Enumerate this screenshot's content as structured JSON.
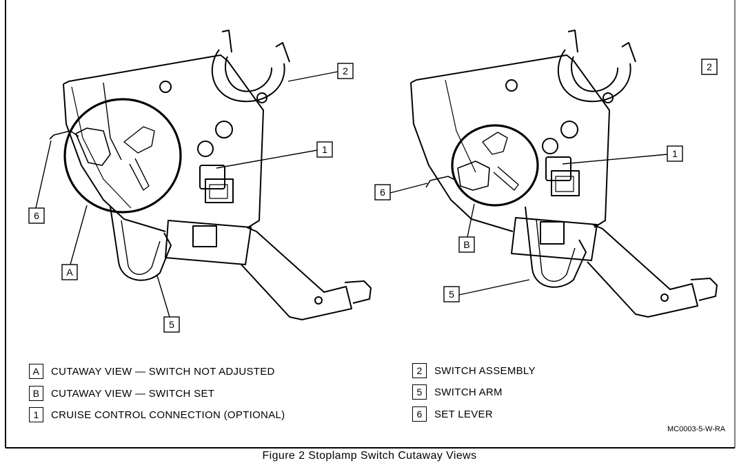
{
  "diagram": {
    "views": [
      {
        "id": "left",
        "callouts": {
          "c2": "2",
          "c1": "1",
          "c6": "6",
          "cA": "A",
          "c5": "5"
        }
      },
      {
        "id": "right",
        "callouts": {
          "c2": "2",
          "c1": "1",
          "c6": "6",
          "cB": "B",
          "c5": "5"
        }
      }
    ],
    "legend": [
      {
        "key": "A",
        "text": "CUTAWAY VIEW — SWITCH NOT ADJUSTED"
      },
      {
        "key": "B",
        "text": "CUTAWAY VIEW — SWITCH SET"
      },
      {
        "key": "1",
        "text": "CRUISE CONTROL CONNECTION (OPTIONAL)"
      },
      {
        "key": "2",
        "text": "SWITCH ASSEMBLY"
      },
      {
        "key": "5",
        "text": "SWITCH ARM"
      },
      {
        "key": "6",
        "text": "SET LEVER"
      }
    ],
    "code": "MC0003-5-W-RA",
    "caption": "Figure 2 Stoplamp Switch Cutaway Views"
  }
}
